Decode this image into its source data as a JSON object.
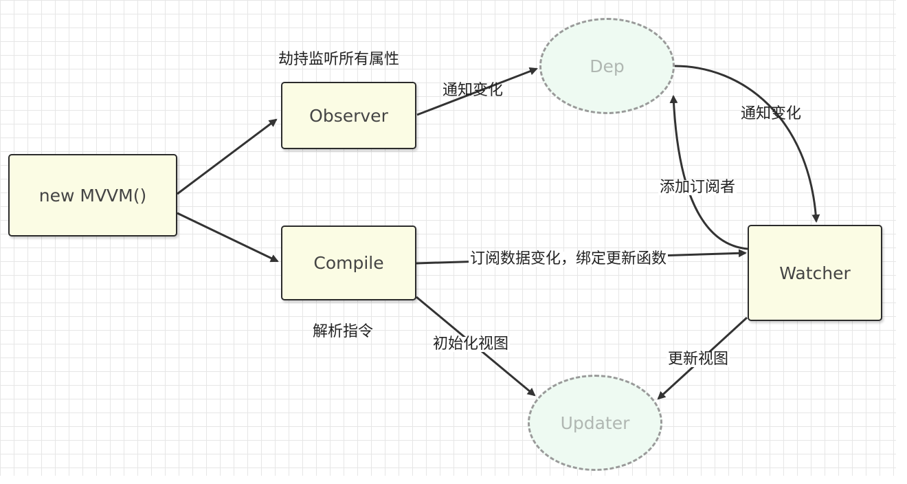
{
  "nodes": {
    "mvvm": "new MVVM()",
    "observer": "Observer",
    "compile": "Compile",
    "watcher": "Watcher",
    "dep": "Dep",
    "updater": "Updater"
  },
  "labels": {
    "hijack_listen": "劫持监听所有属性",
    "notify_change_1": "通知变化",
    "notify_change_2": "通知变化",
    "add_subscriber": "添加订阅者",
    "subscribe_bind": "订阅数据变化，绑定更新函数",
    "parse_directives": "解析指令",
    "init_view": "初始化视图",
    "update_view": "更新视图"
  },
  "colors": {
    "node_fill": "#fbfce4",
    "node_border": "#2b2b2b",
    "ellipse_fill": "#eefaf2",
    "ellipse_border": "#9a9a9a",
    "ellipse_text": "#b0b7b2",
    "arrow": "#333333"
  }
}
